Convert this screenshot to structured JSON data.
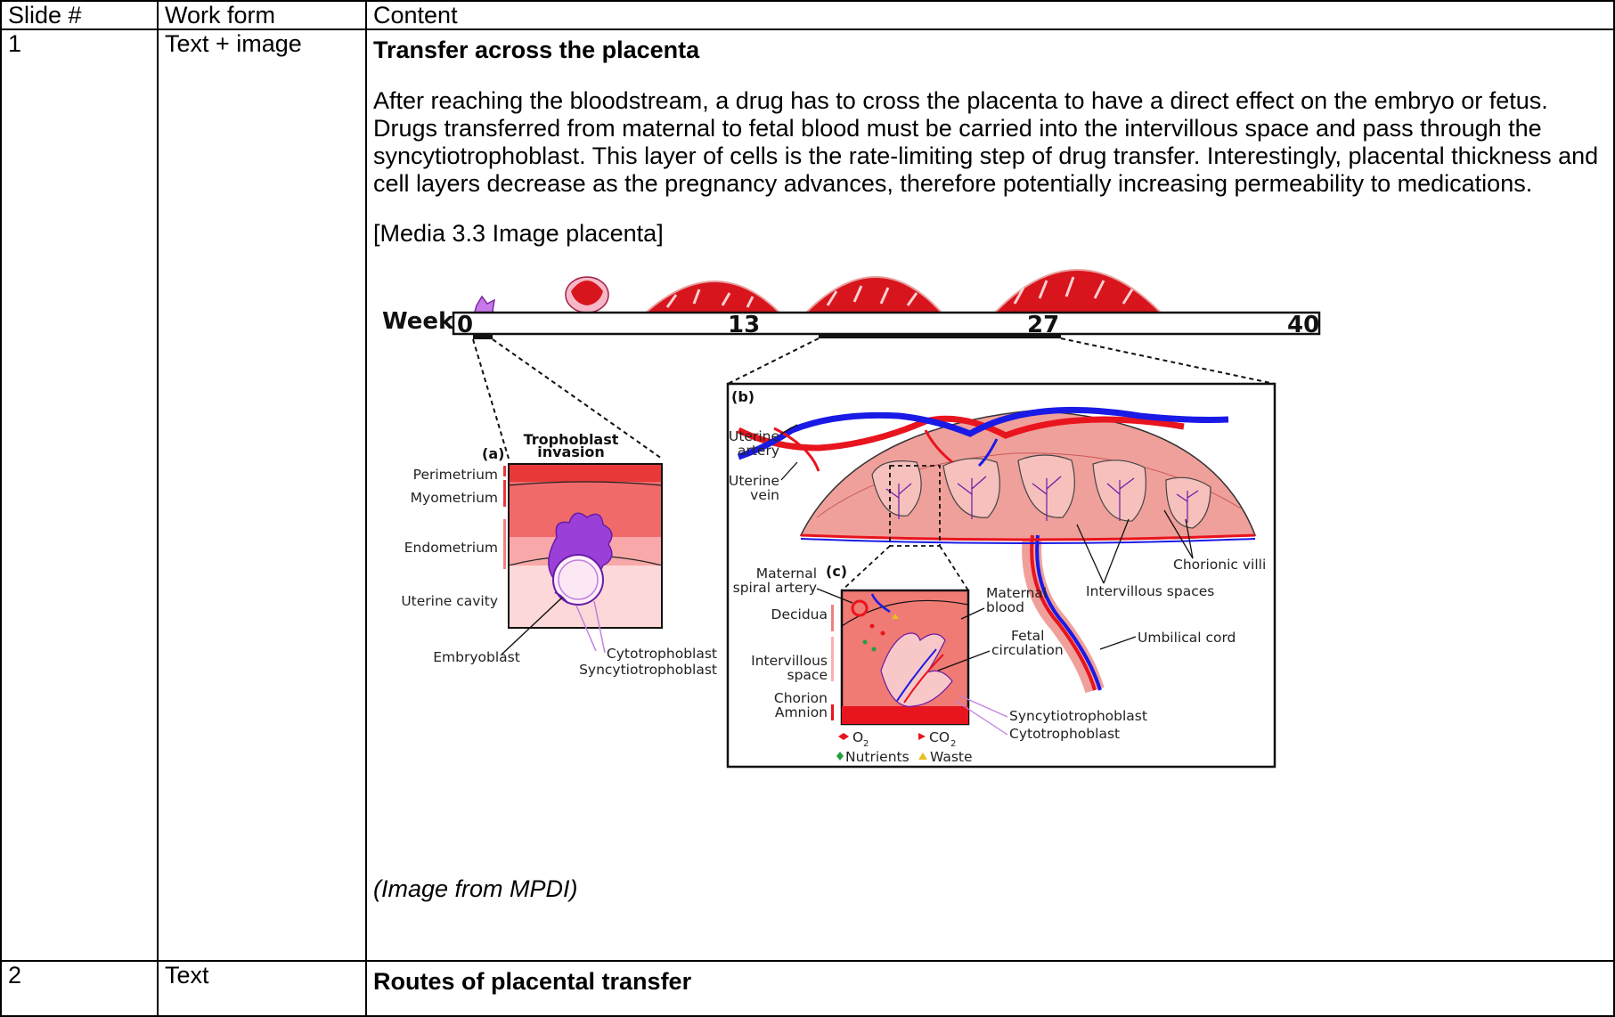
{
  "table": {
    "headers": [
      "Slide #",
      "Work form",
      "Content"
    ],
    "rows": [
      {
        "slide": "1",
        "work_form": "Text + image",
        "title": "Transfer across the placenta",
        "paragraph": "After reaching the bloodstream, a drug has to cross the placenta to have a direct effect on the embryo or fetus. Drugs transferred from maternal to fetal blood must be carried into the intervillous space and pass through the syncytiotrophoblast. This layer of cells is the rate-limiting step of drug transfer. Interestingly, placental thickness and cell layers decrease as the pregnancy advances, therefore potentially increasing permeability to medications.",
        "media_ref": "[Media 3.3 Image placenta]",
        "credit": "(Image from MPDI)"
      },
      {
        "slide": "2",
        "work_form": "Text",
        "title": "Routes of placental transfer"
      }
    ]
  },
  "figure": {
    "timeline": {
      "label": "Week",
      "ticks": [
        "0",
        "13",
        "27",
        "40"
      ]
    },
    "panel_a": {
      "tag": "(a)",
      "title_line1": "Trophoblast",
      "title_line2": "invasion",
      "layers": [
        "Perimetrium",
        "Myometrium",
        "Endometrium",
        "Uterine cavity"
      ],
      "embryoblast": "Embryoblast",
      "cytotrophoblast": "Cytotrophoblast",
      "syncytiotrophoblast": "Syncytiotrophoblast"
    },
    "panel_b": {
      "tag": "(b)",
      "uterine_artery_1": "Uterine",
      "uterine_artery_2": "artery",
      "uterine_vein_1": "Uterine",
      "uterine_vein_2": "vein",
      "chorionic_villi": "Chorionic villi",
      "intervillous_spaces": "Intervillous spaces",
      "umbilical_cord": "Umbilical cord"
    },
    "panel_c": {
      "tag": "(c)",
      "maternal_1": "Maternal",
      "spiral_artery": "spiral artery",
      "decidua": "Decidua",
      "intervillous_1": "Intervillous",
      "intervillous_2": "space",
      "chorion": "Chorion",
      "amnion": "Amnion",
      "maternal_blood_1": "Maternal",
      "maternal_blood_2": "blood",
      "fetal_circ_1": "Fetal",
      "fetal_circ_2": "circulation",
      "syncytiotrophoblast": "Syncytiotrophoblast",
      "cytotrophoblast": "Cytotrophoblast"
    },
    "legend": {
      "o2": "O",
      "co2": "CO",
      "subscript": "2",
      "nutrients": "Nutrients",
      "waste": "Waste"
    },
    "colors": {
      "artery": "#e8141e",
      "vein": "#1a1ae6",
      "tissue": "#f0a09a",
      "tissue_light": "#f8c8c4",
      "placenta_red": "#d8141c",
      "trophoblast": "#a040d8",
      "nutrient": "#22a040",
      "waste": "#e8c020"
    }
  }
}
